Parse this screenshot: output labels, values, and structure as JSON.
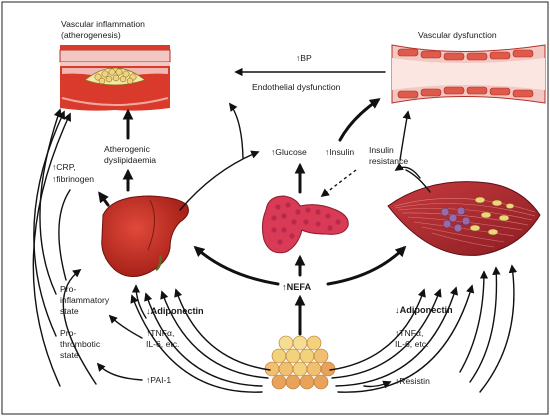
{
  "labels": {
    "vascular_inflammation_line1": "Vascular inflammation",
    "vascular_inflammation_line2": "(atherogenesis)",
    "vascular_dysfunction": "Vascular dysfunction",
    "bp": "↑BP",
    "endothelial_dysfunction": "Endothelial dysfunction",
    "atherogenic_line1": "Atherogenic",
    "atherogenic_line2": "dyslipidaemia",
    "glucose": "↑Glucose",
    "insulin": "↑Insulin",
    "insulin_resistance_line1": "Insulin",
    "insulin_resistance_line2": "resistance",
    "crp": "↑CRP,",
    "fibrinogen": "↑fibrinogen",
    "pro_inflammatory_line1": "Pro-",
    "pro_inflammatory_line2": "inflammatory",
    "pro_inflammatory_line3": "state",
    "pro_thrombotic_line1": "Pro-",
    "pro_thrombotic_line2": "thrombotic",
    "pro_thrombotic_line3": "state",
    "adiponectin_left": "↓Adiponectin",
    "adiponectin_right": "↓Adiponectin",
    "tnf_left_line1": "↑TNFα,",
    "tnf_left_line2": "IL-6, etc.",
    "tnf_right_line1": "↑TNFα,",
    "tnf_right_line2": "IL-6, etc.",
    "nefa": "↑NEFA",
    "pai": "↑PAI-1",
    "resistin": "↑Resistin"
  },
  "colors": {
    "vessel_red": "#d93a2b",
    "vessel_pink": "#f3c7c2",
    "liver": "#c8281d",
    "muscle": "#b32a2e",
    "fat_yellow": "#f2d27a",
    "fat_orange": "#e8a25a",
    "plaque": "#f6e7a6"
  },
  "icons": {
    "artery": "atherosclerotic-artery-icon",
    "vessel": "endothelial-vessel-icon",
    "liver": "liver-icon",
    "pancreas": "pancreas-icon",
    "muscle": "skeletal-muscle-icon",
    "adipose": "adipose-tissue-icon"
  }
}
